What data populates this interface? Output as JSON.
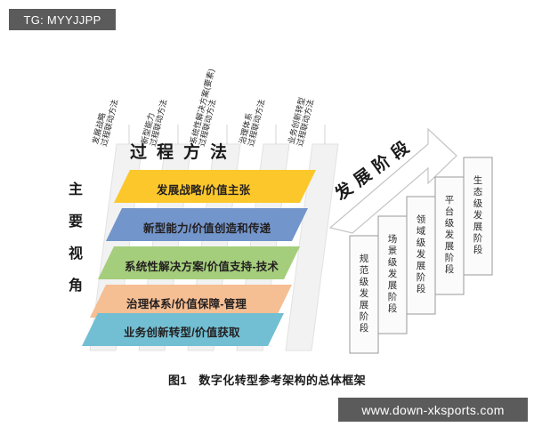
{
  "watermarks": {
    "top_left": "TG: MYYJJPP",
    "bottom_right": "www.down-xksports.com"
  },
  "figure": {
    "caption": "图1　数字化转型参考架构的总体框架",
    "process_axis_title": "过程方法",
    "perspective_axis_title": [
      "主",
      "要",
      "视",
      "角"
    ],
    "stage_axis_title": "发展阶段"
  },
  "top_labels": [
    {
      "line1": "发展战略",
      "line2": "过程联动方法"
    },
    {
      "line1": "新型能力",
      "line2": "过程联动方法"
    },
    {
      "line1": "系统性解决方案(要素)",
      "line2": "过程联动方法"
    },
    {
      "line1": "治理体系",
      "line2": "过程联动方法"
    },
    {
      "line1": "业务创新转型",
      "line2": "过程联动方法"
    }
  ],
  "bands": [
    {
      "label": "发展战略/价值主张",
      "color": "#FBC72B"
    },
    {
      "label": "新型能力/价值创造和传递",
      "color": "#7295CB"
    },
    {
      "label": "系统性解决方案/价值支持-技术",
      "color": "#A5CE7C"
    },
    {
      "label": "治理体系/价值保障-管理",
      "color": "#F5BE93"
    },
    {
      "label": "业务创新转型/价值获取",
      "color": "#72BFD3"
    }
  ],
  "stages": [
    {
      "label": "规范级发展阶段"
    },
    {
      "label": "场景级发展阶段"
    },
    {
      "label": "领域级发展阶段"
    },
    {
      "label": "平台级发展阶段"
    },
    {
      "label": "生态级发展阶段"
    }
  ],
  "colors": {
    "panel_fill": "#F2F2F2",
    "panel_stroke": "#DCDCDC",
    "stage_box_stroke": "#9A9A9A",
    "stage_box_fill": "#FAFAFA",
    "banner_fill": "#FFFFFF",
    "banner_stroke": "#BFBFBF",
    "watermark_bg": "#5B5B5B",
    "text": "#231F20"
  }
}
